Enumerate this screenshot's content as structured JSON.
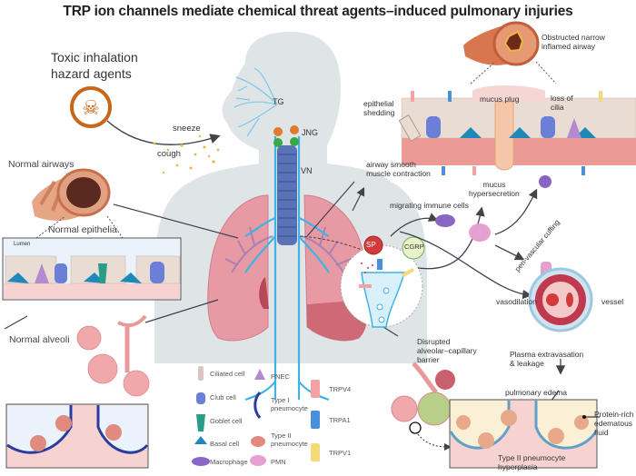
{
  "title": "TRP ion channels mediate chemical threat agents–induced pulmonary injuries",
  "hazard": {
    "label_line1": "Toxic inhalation",
    "label_line2": "hazard agents",
    "icon": "skull-crossbones-icon",
    "color": "#c8661a"
  },
  "reflexes": {
    "sneeze": "sneeze",
    "cough": "cough"
  },
  "ganglia": {
    "tg": "TG",
    "jng": "JNG",
    "vn": "VN"
  },
  "normal": {
    "airways": "Normal airways",
    "epithelia": "Normal epithelia",
    "lumen": "Lumen",
    "alveoli": "Normal alveoli"
  },
  "injury": {
    "obstructed_line1": "Obstructed narrow",
    "obstructed_line2": "inflamed airway",
    "epithelial_shedding_line1": "epithelial",
    "epithelial_shedding_line2": "shedding",
    "mucus_plug": "mucus plug",
    "loss_of_cilia_line1": "loss of",
    "loss_of_cilia_line2": "cilia",
    "smooth_muscle_line1": "airway smooth",
    "smooth_muscle_line2": "muscle contraction",
    "mucus_hyper_line1": "mucus",
    "mucus_hyper_line2": "hypersecretion",
    "migrating": "migrating immune cells",
    "perivascular": "peri-vascular cuffing",
    "vasodilation": "vasodilation",
    "vessel": "vessel",
    "disrupted_line1": "Disrupted",
    "disrupted_line2": "alveolar–capillary",
    "disrupted_line3": "barrier",
    "plasma_line1": "Plasma extravasation",
    "plasma_line2": "& leakage",
    "edema": "pulmonary edema",
    "protein_line1": "Protein-rich",
    "protein_line2": "edematous",
    "protein_line3": "fluid",
    "hyperplasia_line1": "Type II pneumocyte",
    "hyperplasia_line2": "hyperplasia"
  },
  "neuropeptides": {
    "sp": "SP",
    "cgrp": "CGRP"
  },
  "legend": {
    "cells": [
      {
        "label": "Ciliated cell",
        "color": "#d9c7bd"
      },
      {
        "label": "Club cell",
        "color": "#6b7fd6"
      },
      {
        "label": "Goblet cell",
        "color": "#2a9d8a"
      },
      {
        "label": "Basal cell",
        "color": "#1e88b8"
      },
      {
        "label": "Macrophage",
        "color": "#8a66c4"
      }
    ],
    "cells2": [
      {
        "label": "PNEC",
        "color": "#b38ad0"
      },
      {
        "label": "Type I",
        "label2": "pneumocyte",
        "color": "#2a3d9e"
      },
      {
        "label": "Type II",
        "label2": "pneumocyte",
        "color": "#e08a80"
      },
      {
        "label": "PMN",
        "color": "#e6a0cf"
      }
    ],
    "channels": [
      {
        "label": "TRPV4",
        "color": "#f4a3a3"
      },
      {
        "label": "TRPA1",
        "color": "#4a90d9"
      },
      {
        "label": "TRPV1",
        "color": "#f5da7a"
      }
    ]
  },
  "colors": {
    "body": "#dfe4e7",
    "lung": "#e79aa3",
    "nerve": "#3fb3e6",
    "trachea": "#5a72b8",
    "sp": "#d33b3b",
    "cgrp": "#e8f4c8"
  }
}
